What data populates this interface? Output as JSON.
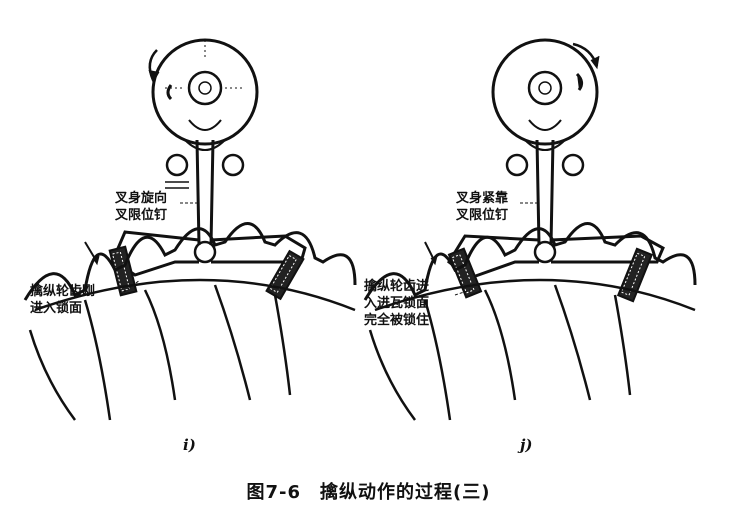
{
  "left_panel": {
    "label_fork": [
      "叉身旋向",
      "叉限位钉"
    ],
    "label_escape": [
      "擒纵轮齿刚",
      "进入锁面"
    ],
    "sublabel": "i)"
  },
  "right_panel": {
    "label_fork": [
      "叉身紧靠",
      "叉限位钉"
    ],
    "label_escape": [
      "擒纵轮齿进",
      "入进瓦锁面",
      "完全被锁住"
    ],
    "sublabel": "j)"
  },
  "caption": "图7-6　擒纵动作的过程(三)"
}
